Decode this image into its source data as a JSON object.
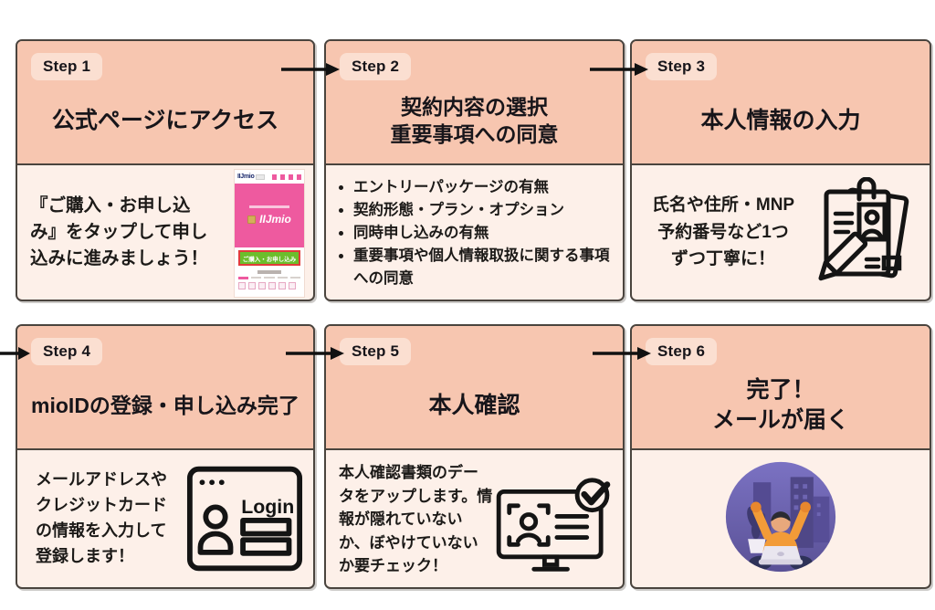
{
  "colors": {
    "header_bg": "#f7c6b0",
    "body_bg": "#fdf0e9",
    "badge_bg": "#fbdfd1",
    "card_border": "#4a443e",
    "arrow": "#111111",
    "brand_pink": "#ee5a9f",
    "button_green": "#6cbe2c",
    "button_border_red": "#e23b3b",
    "illustration_purple": "#665db0",
    "person_orange": "#f29b38"
  },
  "steps": [
    {
      "badge": "Step 1",
      "title": "公式ページにアクセス",
      "body_text": "『ご購入・お申し込み』をタップして申し込みに進みましょう！",
      "icon": "iijmio-page-screenshot"
    },
    {
      "badge": "Step 2",
      "title": "契約内容の選択\n重要事項への同意",
      "bullets": [
        "エントリーパッケージの有無",
        "契約形態・プラン・オプション",
        "同時申し込みの有無",
        "重要事項や個人情報取扱に関する事項への同意"
      ]
    },
    {
      "badge": "Step 3",
      "title": "本人情報の入力",
      "body_text": "氏名や住所・MNP\n予約番号など1つ\nずつ丁寧に！",
      "icon": "id-document-pen-icon"
    },
    {
      "badge": "Step 4",
      "title": "mioIDの登録・申し込み完了",
      "body_text": "メールアドレスや\nクレジットカード\nの情報を入力して\n登録します！",
      "icon": "login-window-icon",
      "icon_label": "Login"
    },
    {
      "badge": "Step 5",
      "title": "本人確認",
      "body_text": "本人確認書類のデータをアップします。情報が隠れていないか、ぼやけていないか要チェック！",
      "icon": "identity-check-monitor-icon"
    },
    {
      "badge": "Step 6",
      "title": "完了！\nメールが届く",
      "icon": "celebration-illustration"
    }
  ],
  "screenshot": {
    "logo_text": "IIJmio",
    "banner_brand": "IIJmio",
    "button_label": "ご購入・お申し込み"
  }
}
